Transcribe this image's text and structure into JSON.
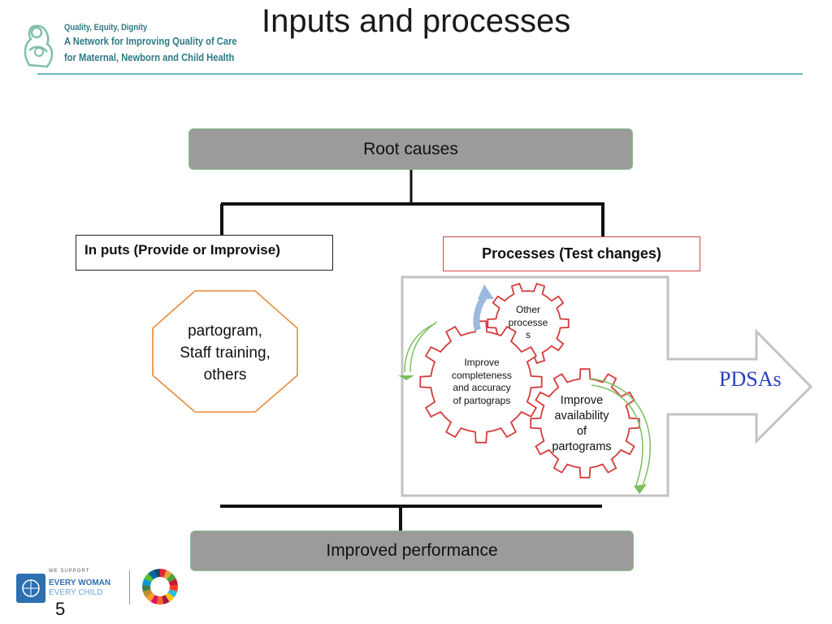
{
  "header": {
    "title": "Inputs and processes",
    "logo_line1": "Quality, Equity, Dignity",
    "logo_line2": "A Network for Improving Quality of Care",
    "logo_line3": "for Maternal, Newborn and Child Health"
  },
  "diagram": {
    "root": "Root causes",
    "inputs_label": "In puts (Provide or Improvise)",
    "processes_label": "Processes (Test changes)",
    "inputs_items": [
      "partogram,",
      "Staff training,",
      "others"
    ],
    "gear_other": [
      "Other",
      "processe",
      "s"
    ],
    "gear_completeness": [
      "Improve",
      "completeness",
      "and accuracy",
      "of partograps"
    ],
    "gear_availability": [
      "Improve",
      "availability",
      "of",
      "partograms"
    ],
    "pdsa": "PDSAs",
    "bottom": "Improved performance"
  },
  "footer": {
    "we_support": "WE SUPPORT",
    "ewec_line1": "EVERY WOMAN",
    "ewec_line2": "EVERY CHILD",
    "page_number": "5"
  },
  "colors": {
    "header_teal": "#2f7a86",
    "rule": "#6fb6c8",
    "box_gray": "#9b9b9b",
    "gear_red": "#d53b3b",
    "octagon_orange": "#e58a3c",
    "pdsa_blue": "#2a3fbf"
  }
}
